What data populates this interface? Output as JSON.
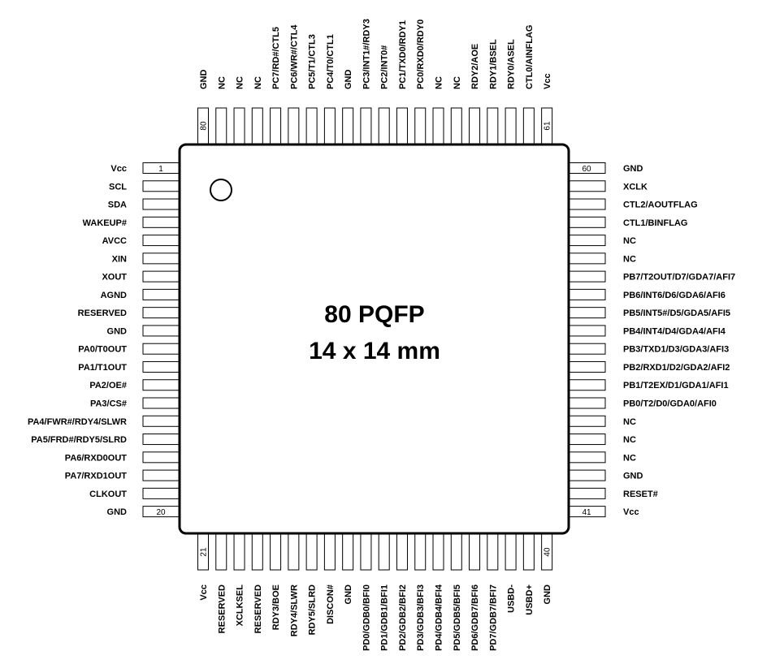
{
  "package": {
    "title": "80 PQFP",
    "subtitle": "14 x 14 mm"
  },
  "pins": {
    "left": [
      "Vcc",
      "SCL",
      "SDA",
      "WAKEUP#",
      "AVCC",
      "XIN",
      "XOUT",
      "AGND",
      "RESERVED",
      "GND",
      "PA0/T0OUT",
      "PA1/T1OUT",
      "PA2/OE#",
      "PA3/CS#",
      "PA4/FWR#/RDY4/SLWR",
      "PA5/FRD#/RDY5/SLRD",
      "PA6/RXD0OUT",
      "PA7/RXD1OUT",
      "CLKOUT",
      "GND"
    ],
    "bottom": [
      "Vcc",
      "RESERVED",
      "XCLKSEL",
      "RESERVED",
      "RDY3/BOE",
      "RDY4/SLWR",
      "RDY5/SLRD",
      "DISCON#",
      "GND",
      "PD0/GDB0/BFI0",
      "PD1/GDB1/BFI1",
      "PD2/GDB2/BFI2",
      "PD3/GDB3/BFI3",
      "PD4/GDB4/BFI4",
      "PD5/GDB5/BFI5",
      "PD6/GDB7/BFI6",
      "PD7/GDB7/BFI7",
      "USBD-",
      "USBD+",
      "GND"
    ],
    "right": [
      "GND",
      "XCLK",
      "CTL2/AOUTFLAG",
      "CTL1/BINFLAG",
      "NC",
      "NC",
      "PB7/T2OUT/D7/GDA7/AFI7",
      "PB6/INT6/D6/GDA6/AFI6",
      "PB5/INT5#/D5/GDA5/AFI5",
      "PB4/INT4/D4/GDA4/AFI4",
      "PB3/TXD1/D3/GDA3/AFI3",
      "PB2/RXD1/D2/GDA2/AFI2",
      "PB1/T2EX/D1/GDA1/AFI1",
      "PB0/T2/D0/GDA0/AFI0",
      "NC",
      "NC",
      "NC",
      "GND",
      "RESET#",
      "Vcc"
    ],
    "top": [
      "GND",
      "NC",
      "NC",
      "NC",
      "PC7/RD#/CTL5",
      "PC6/WR#/CTL4",
      "PC5/T1/CTL3",
      "PC4/T0/CTL1",
      "GND",
      "PC3/INT1#/RDY3",
      "PC2/INT0#",
      "PC1/TXD0/RDY1",
      "PC0/RXD0/RDY0",
      "NC",
      "NC",
      "RDY2/AOE",
      "RDY1/BSEL",
      "RDY0/ASEL",
      "CTL0/AINFLAG",
      "Vcc"
    ]
  },
  "pin_numbers": {
    "left_first": "1",
    "left_last": "20",
    "bottom_first": "21",
    "bottom_last": "40",
    "right_first": "41",
    "right_last": "60",
    "top_first": "61",
    "top_last": "80"
  }
}
